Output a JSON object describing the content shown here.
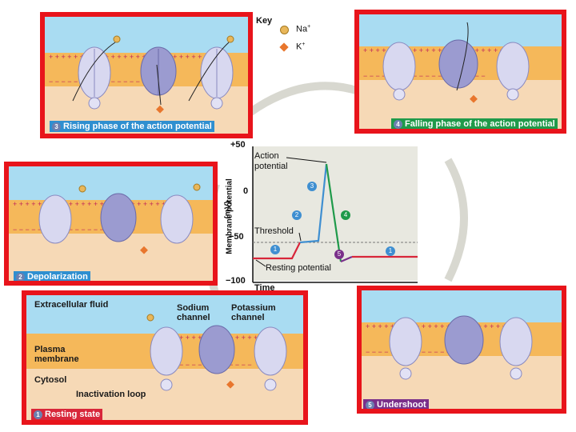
{
  "key": {
    "title": "Key",
    "na_label": "Na",
    "na_sup": "+",
    "k_label": "K",
    "k_sup": "+"
  },
  "panels": {
    "rising": {
      "step": "3",
      "caption": "Rising phase of the action potential",
      "color": "#2f8fd0"
    },
    "falling": {
      "step": "4",
      "caption": "Falling phase of the action potential",
      "color": "#1f9a4a"
    },
    "depolarization": {
      "step": "2",
      "caption": "Depolarization",
      "color": "#2f8fd0"
    },
    "resting": {
      "step": "1",
      "caption": "Resting state",
      "color": "#d8263a"
    },
    "undershoot": {
      "step": "5",
      "caption": "Undershoot",
      "color": "#7a2f8a"
    }
  },
  "resting_labels": {
    "extracellular": "Extracellular fluid",
    "plasma1": "Plasma",
    "plasma2": "membrane",
    "cytosol": "Cytosol",
    "sodium1": "Sodium",
    "sodium2": "channel",
    "potassium1": "Potassium",
    "potassium2": "channel",
    "inactivation": "Inactivation loop"
  },
  "graph": {
    "ylabel1": "Membrane potential",
    "ylabel2": "(mV)",
    "ytick_top": "+50",
    "ytick_zero": "0",
    "ytick_m50": "−50",
    "ytick_m100": "−100",
    "xlabel": "Time",
    "action_potential1": "Action",
    "action_potential2": "potential",
    "threshold": "Threshold",
    "resting_potential": "Resting potential",
    "phase_markers": [
      "1",
      "2",
      "3",
      "4",
      "5",
      "1"
    ]
  },
  "colors": {
    "extracellular": "#a9dcf2",
    "membrane": "#f5b85a",
    "cytosol": "#f6d9b6",
    "na_ion": "#e9b75a",
    "k_ion": "#e8762d",
    "frame": "#e8141b",
    "resting_curve": "#d8263a",
    "depol_curve": "#3f8fd1",
    "falling_curve": "#1f9a4a",
    "undershoot_curve": "#7a2f8a"
  }
}
